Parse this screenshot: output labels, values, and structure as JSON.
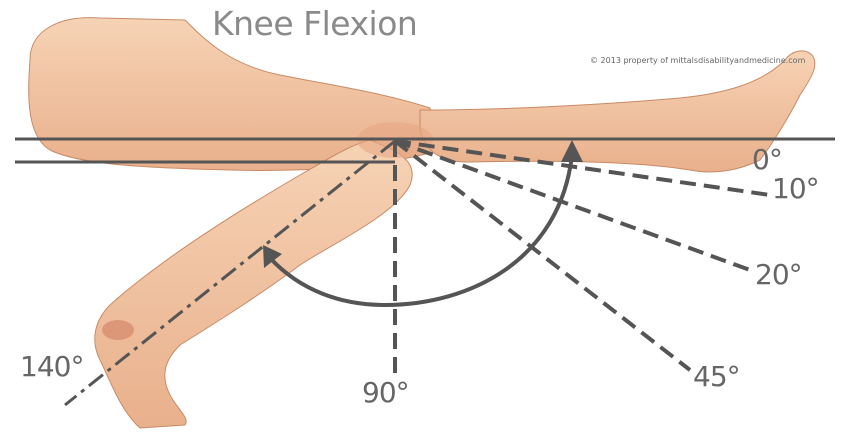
{
  "title": "Knee Flexion",
  "copyright": "© 2013 property of mittalsdisabilityandmedicine.com",
  "angles": {
    "a0": "0°",
    "a10": "10°",
    "a20": "20°",
    "a45": "45°",
    "a90": "90°",
    "a140": "140°"
  },
  "colors": {
    "skin": "#f3c9a6",
    "skin_shadow": "#d99574",
    "line": "#555555",
    "text": "#666666"
  }
}
